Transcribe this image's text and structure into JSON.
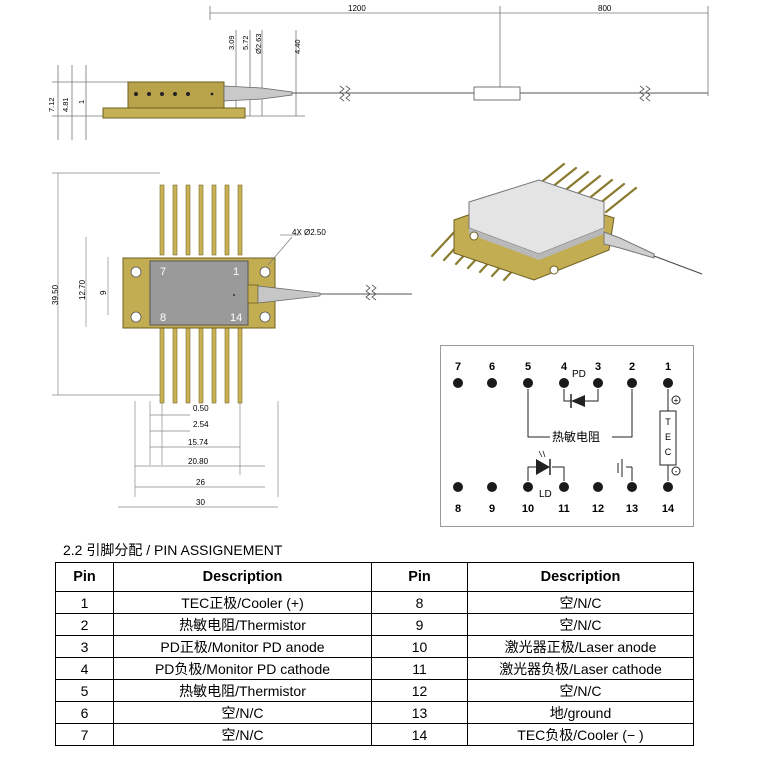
{
  "top_dims": {
    "length_fiber_1": "1200",
    "length_fiber_2": "800",
    "d_309": "3.09",
    "d_572": "5.72",
    "d_phi263": "Ø2.63",
    "d_440": "4.40",
    "d_712": "7.12",
    "d_481": "4.81",
    "d_1": "1"
  },
  "front_dims": {
    "holes": "4X Ø2.50",
    "h_3950": "39.50",
    "h_1270": "12.70",
    "h_9": "9",
    "w_050": "0.50",
    "w_254": "2.54",
    "w_1574": "15.74",
    "w_2080": "20.80",
    "w_26": "26",
    "w_30": "30",
    "pin7": "7",
    "pin1": "1",
    "pin8": "8",
    "pin14": "14"
  },
  "circuit": {
    "top_pins": [
      "7",
      "6",
      "5",
      "4",
      "3",
      "2",
      "1"
    ],
    "bottom_pins": [
      "8",
      "9",
      "10",
      "11",
      "12",
      "13",
      "14"
    ],
    "pd_label": "PD",
    "ld_label": "LD",
    "thermistor_label": "热敏电阻",
    "tec_letters": [
      "T",
      "E",
      "C"
    ],
    "plus": "+",
    "minus": "-"
  },
  "section_title": "2.2 引脚分配 / PIN ASSIGNEMENT",
  "table": {
    "headers": [
      "Pin",
      "Description",
      "Pin",
      "Description"
    ],
    "rows": [
      [
        "1",
        "TEC正极/Cooler (+)",
        "8",
        "空/N/C"
      ],
      [
        "2",
        "热敏电阻/Thermistor",
        "9",
        "空/N/C"
      ],
      [
        "3",
        "PD正极/Monitor PD anode",
        "10",
        "激光器正极/Laser anode"
      ],
      [
        "4",
        "PD负极/Monitor PD cathode",
        "11",
        "激光器负极/Laser cathode"
      ],
      [
        "5",
        "热敏电阻/Thermistor",
        "12",
        "空/N/C"
      ],
      [
        "6",
        "空/N/C",
        "13",
        "地/ground"
      ],
      [
        "7",
        "空/N/C",
        "14",
        "TEC负极/Cooler (− )"
      ]
    ]
  }
}
